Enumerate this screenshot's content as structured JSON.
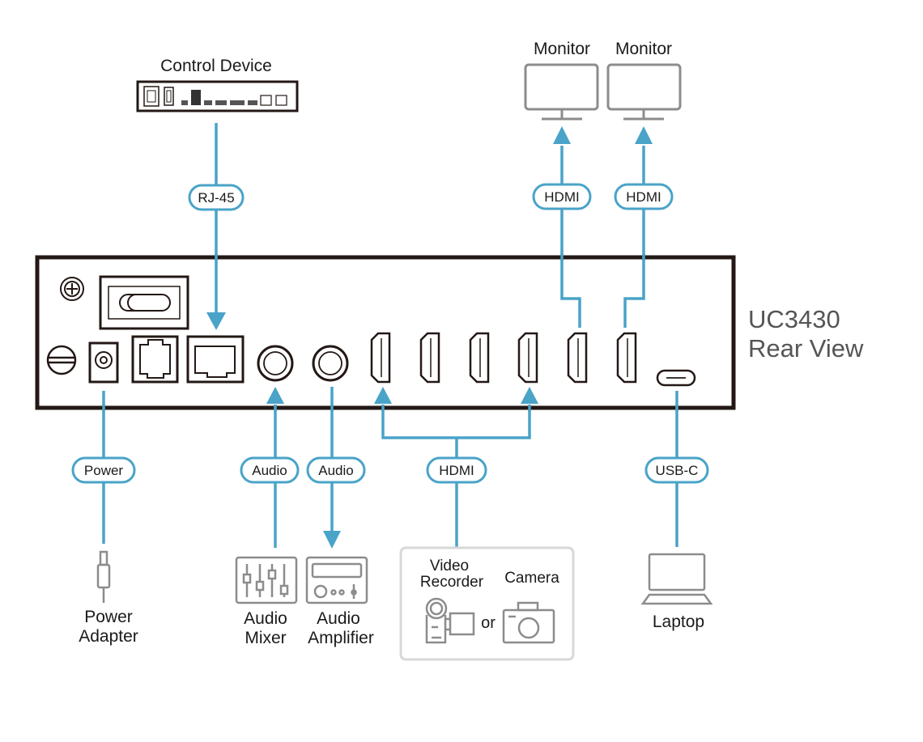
{
  "title": {
    "model": "UC3430",
    "view": "Rear View"
  },
  "colors": {
    "connector_line": "#4aa3c8",
    "device_outline": "#231815",
    "peripheral_icon": "#8c8c8c",
    "title_text": "#555555"
  },
  "top_devices": {
    "control_device": {
      "label": "Control Device",
      "icon": "control-device-icon"
    },
    "monitor_1": {
      "label": "Monitor",
      "icon": "monitor-icon"
    },
    "monitor_2": {
      "label": "Monitor",
      "icon": "monitor-icon"
    }
  },
  "connections": {
    "rj45": {
      "label": "RJ-45",
      "direction": "into-device"
    },
    "hdmi_out_1": {
      "label": "HDMI",
      "direction": "out-of-device"
    },
    "hdmi_out_2": {
      "label": "HDMI",
      "direction": "out-of-device"
    },
    "power": {
      "label": "Power",
      "direction": "into-device"
    },
    "audio_in": {
      "label": "Audio",
      "direction": "into-device"
    },
    "audio_out": {
      "label": "Audio",
      "direction": "out-of-device"
    },
    "hdmi_in": {
      "label": "HDMI",
      "direction": "into-device"
    },
    "usb_c": {
      "label": "USB-C",
      "direction": "bidirectional"
    }
  },
  "bottom_devices": {
    "power_adapter": {
      "line1": "Power",
      "line2": "Adapter",
      "icon": "power-plug-icon"
    },
    "audio_mixer": {
      "line1": "Audio",
      "line2": "Mixer",
      "icon": "audio-mixer-icon"
    },
    "audio_amplifier": {
      "line1": "Audio",
      "line2": "Amplifier",
      "icon": "audio-amplifier-icon"
    },
    "video_source": {
      "video_recorder_line1": "Video",
      "video_recorder_line2": "Recorder",
      "camera": "Camera",
      "or": "or"
    },
    "laptop": {
      "label": "Laptop",
      "icon": "laptop-icon"
    }
  },
  "rear_panel_ports": [
    "ground-screw",
    "power-switch",
    "kensington-lock",
    "dc-power-jack",
    "rj11-port",
    "rj45-port",
    "audio-in-jack",
    "audio-out-jack",
    "hdmi-in-1",
    "hdmi-in-2",
    "hdmi-in-3",
    "hdmi-in-4",
    "hdmi-out-1",
    "hdmi-out-2",
    "usb-c-port"
  ]
}
